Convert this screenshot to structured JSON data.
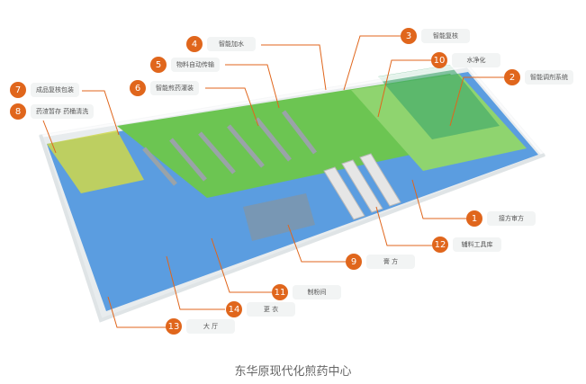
{
  "callouts": [
    {
      "num": "1",
      "label": "接方审方"
    },
    {
      "num": "2",
      "label": "智能调剂系统"
    },
    {
      "num": "3",
      "label": "智能复核"
    },
    {
      "num": "4",
      "label": "智能加水"
    },
    {
      "num": "5",
      "label": "物料自动传输"
    },
    {
      "num": "6",
      "label": "智能煎药灌装"
    },
    {
      "num": "7",
      "label": "成品复核包装"
    },
    {
      "num": "8",
      "label": "药渣暂存 药桶清洗"
    },
    {
      "num": "9",
      "label": "膏 方"
    },
    {
      "num": "10",
      "label": "水净化"
    },
    {
      "num": "11",
      "label": "制粉间"
    },
    {
      "num": "12",
      "label": "辅料工具库"
    },
    {
      "num": "13",
      "label": "大 厅"
    },
    {
      "num": "14",
      "label": "更 衣"
    }
  ],
  "caption": "东华原现代化煎药中心",
  "colors": {
    "accent": "#e0661c",
    "green": "#5cc24a",
    "blue": "#4a8fd6"
  }
}
